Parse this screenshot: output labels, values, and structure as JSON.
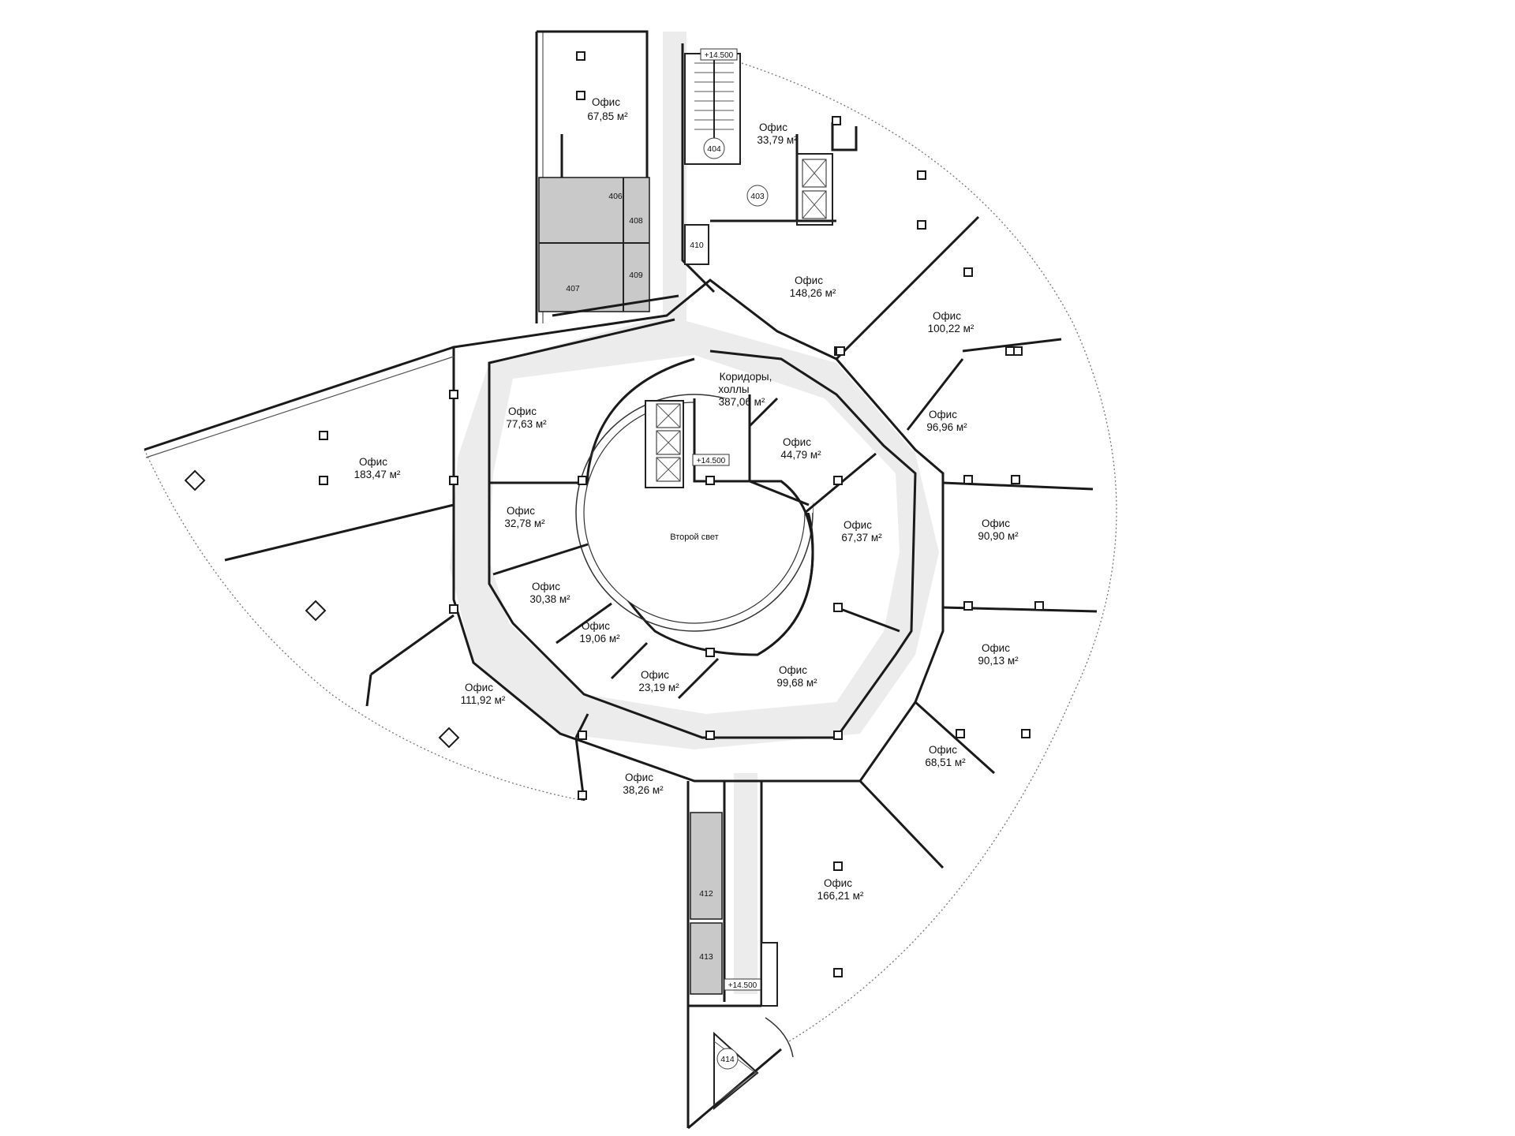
{
  "plan": {
    "center_label": "Второй свет",
    "level_mark": "+14.500",
    "offices": [
      {
        "id": "office-67-85",
        "name": "Офис",
        "area": "67,85 м²"
      },
      {
        "id": "office-33-79",
        "name": "Офис",
        "area": "33,79 м²"
      },
      {
        "id": "office-148-26",
        "name": "Офис",
        "area": "148,26 м²"
      },
      {
        "id": "office-100-22",
        "name": "Офис",
        "area": "100,22 м²"
      },
      {
        "id": "office-96-96",
        "name": "Офис",
        "area": "96,96 м²"
      },
      {
        "id": "office-90-90",
        "name": "Офис",
        "area": "90,90 м²"
      },
      {
        "id": "office-90-13",
        "name": "Офис",
        "area": "90,13 м²"
      },
      {
        "id": "office-68-51",
        "name": "Офис",
        "area": "68,51 м²"
      },
      {
        "id": "office-166-21",
        "name": "Офис",
        "area": "166,21 м²"
      },
      {
        "id": "office-38-26",
        "name": "Офис",
        "area": "38,26 м²"
      },
      {
        "id": "office-111-92",
        "name": "Офис",
        "area": "111,92 м²"
      },
      {
        "id": "office-183-47",
        "name": "Офис",
        "area": "183,47 м²"
      },
      {
        "id": "office-77-63",
        "name": "Офис",
        "area": "77,63 м²"
      },
      {
        "id": "office-32-78",
        "name": "Офис",
        "area": "32,78 м²"
      },
      {
        "id": "office-30-38",
        "name": "Офис",
        "area": "30,38 м²"
      },
      {
        "id": "office-19-06",
        "name": "Офис",
        "area": "19,06 м²"
      },
      {
        "id": "office-23-19",
        "name": "Офис",
        "area": "23,19 м²"
      },
      {
        "id": "office-99-68",
        "name": "Офис",
        "area": "99,68 м²"
      },
      {
        "id": "office-67-37",
        "name": "Офис",
        "area": "67,37 м²"
      },
      {
        "id": "office-44-79",
        "name": "Офис",
        "area": "44,79 м²"
      }
    ],
    "corridors": {
      "name_line1": "Коридоры,",
      "name_line2": "холлы",
      "area": "387,06 м²"
    },
    "rooms": [
      "404",
      "403",
      "406",
      "408",
      "407",
      "409",
      "410",
      "412",
      "413",
      "414"
    ]
  }
}
